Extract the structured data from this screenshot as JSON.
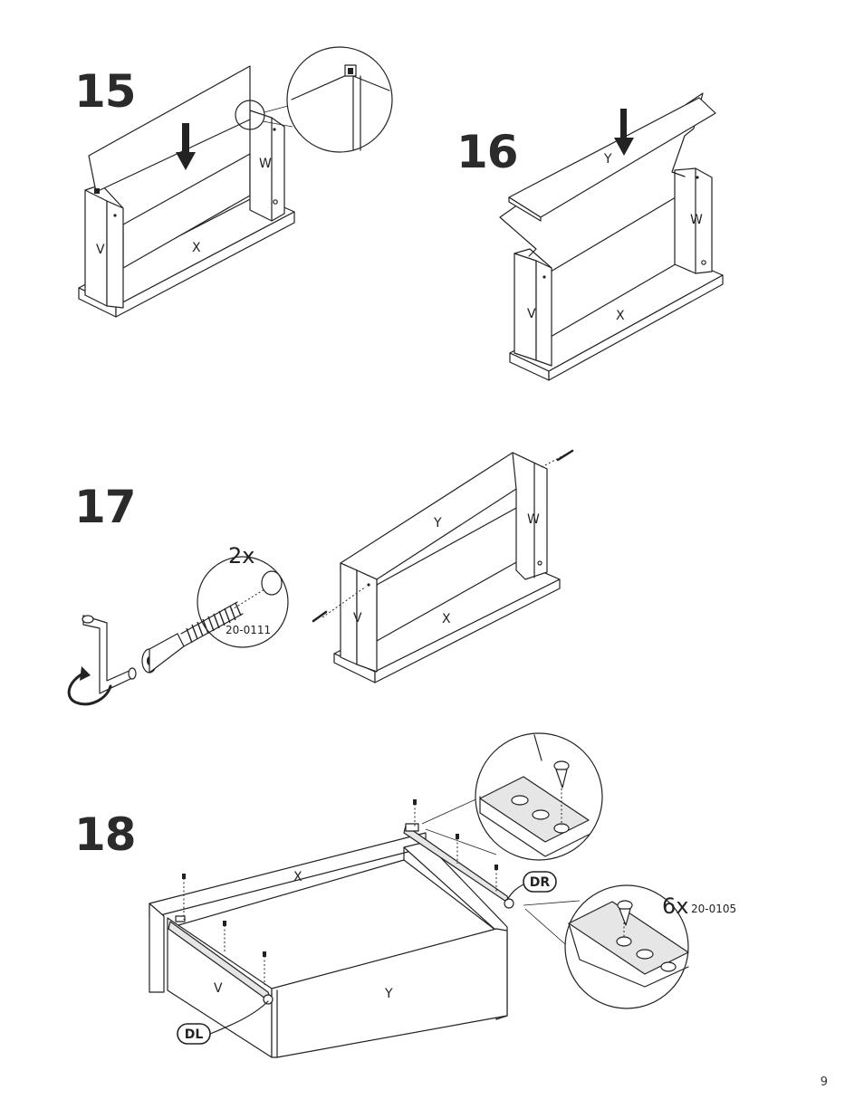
{
  "steps": [
    {
      "number": "15",
      "labels": {
        "v": "V",
        "w": "W",
        "x": "X"
      }
    },
    {
      "number": "16",
      "labels": {
        "v": "V",
        "w": "W",
        "x": "X",
        "y": "Y"
      }
    },
    {
      "number": "17",
      "quantity": "2x",
      "part_code": "20-0111",
      "labels": {
        "v": "V",
        "w": "W",
        "x": "X",
        "y": "Y"
      }
    },
    {
      "number": "18",
      "quantity": "6x",
      "part_code": "20-0105",
      "labels": {
        "v": "V",
        "x": "X",
        "y": "Y"
      },
      "tags": {
        "left_runner": "DL",
        "right_runner": "DR"
      }
    }
  ],
  "page_number": "9"
}
